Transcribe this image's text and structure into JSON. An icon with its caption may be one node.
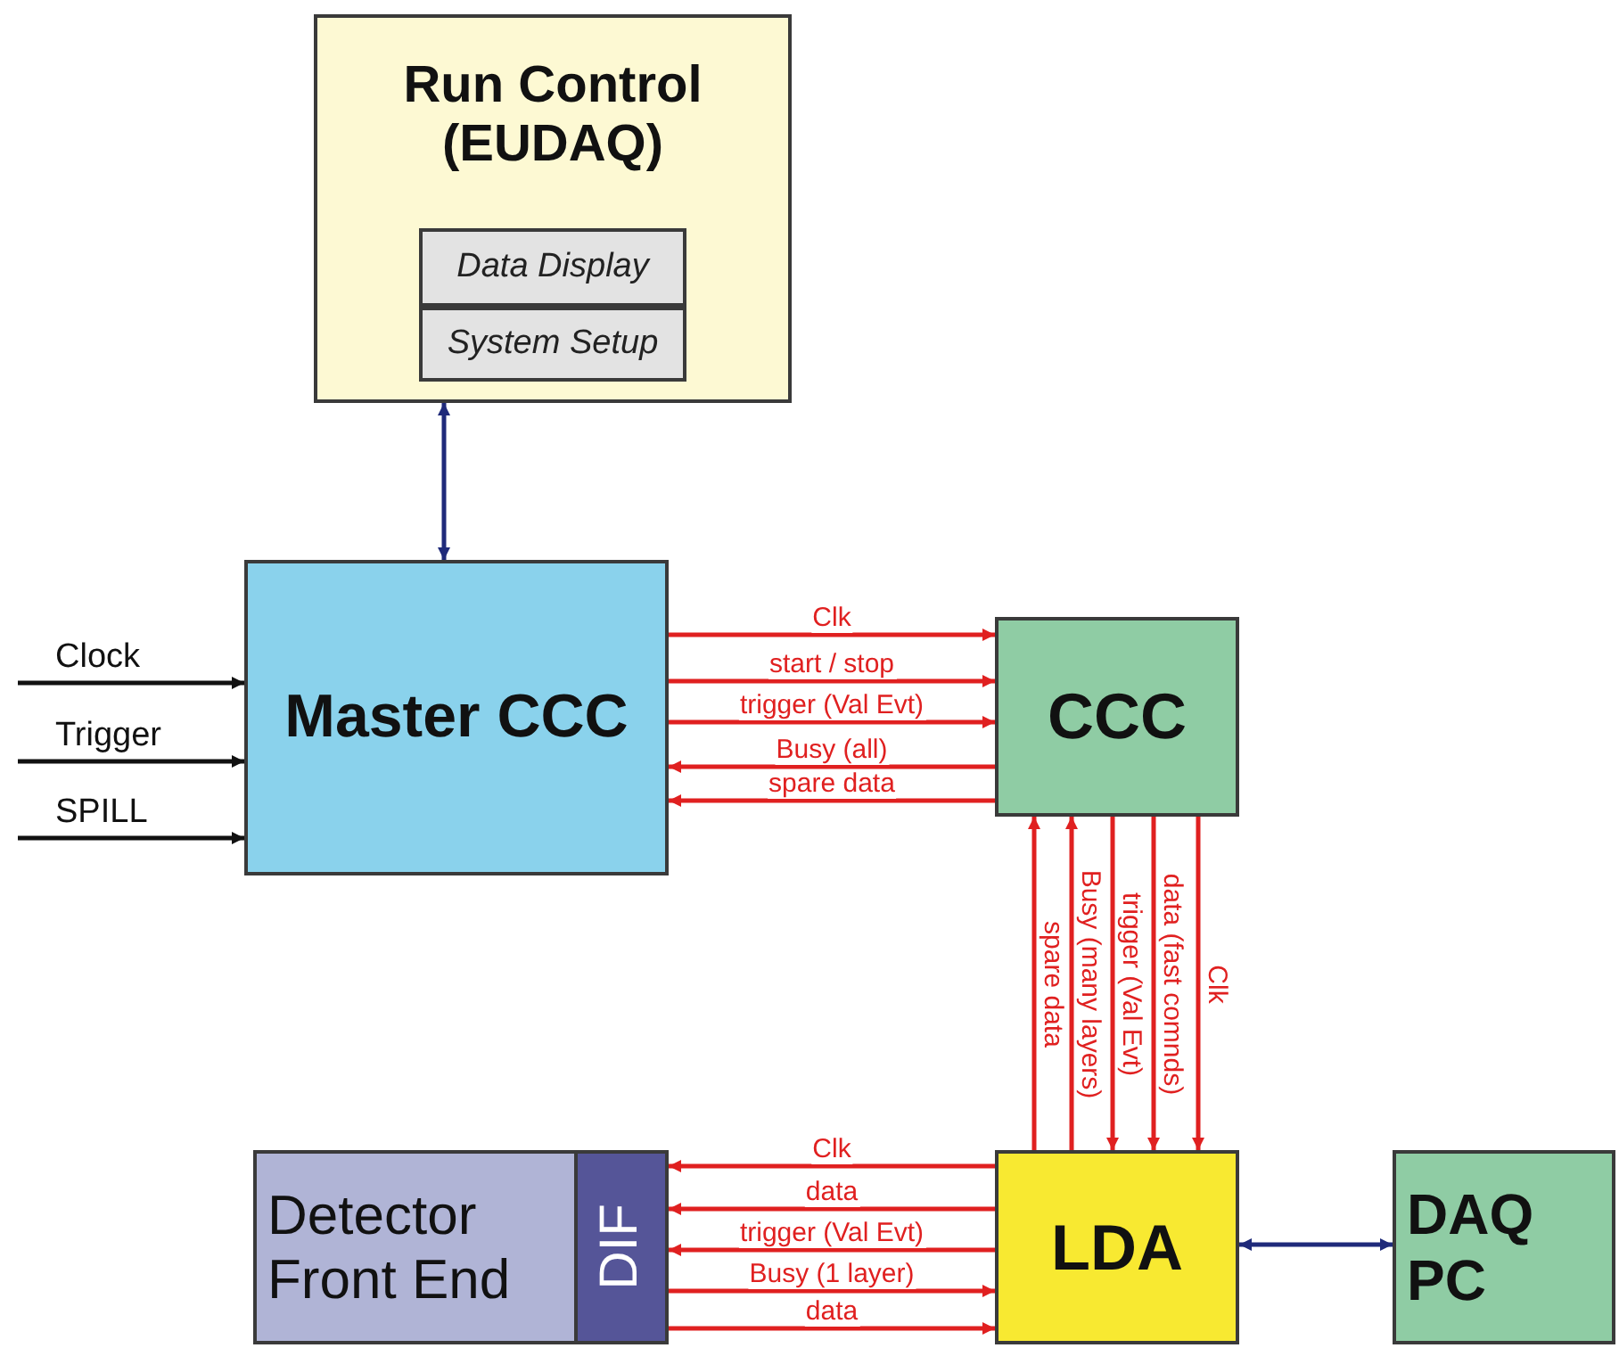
{
  "diagram": {
    "nodes": [
      {
        "text": [
          "Run Control (EUDAQ)"
        ]
      },
      {
        "text": [
          "Data Display"
        ],
        "in": 0
      },
      {
        "text": [
          "System Setup"
        ],
        "in": 0
      },
      {
        "text": [
          "Master CCC"
        ]
      },
      {
        "text": [
          "CCC"
        ]
      },
      {
        "text": [
          "Detector Front End"
        ]
      },
      {
        "text": [
          "DIF"
        ],
        "in": 5
      },
      {
        "text": [
          "LDA"
        ]
      },
      {
        "text": [
          "DAQ PC"
        ]
      }
    ],
    "edges": [
      {
        "from": 0,
        "to": 3,
        "arrow": "both",
        "color": "#1f2a7a"
      },
      {
        "from": null,
        "to": 3,
        "arrow": "to",
        "label": "Clock",
        "color": "#111111"
      },
      {
        "from": null,
        "to": 3,
        "arrow": "to",
        "label": "Trigger",
        "color": "#111111"
      },
      {
        "from": null,
        "to": 3,
        "arrow": "to",
        "label": "SPILL",
        "color": "#111111"
      },
      {
        "from": 3,
        "to": 4,
        "arrow": "to",
        "label": "Clk"
      },
      {
        "from": 3,
        "to": 4,
        "arrow": "to",
        "label": "start / stop"
      },
      {
        "from": 3,
        "to": 4,
        "arrow": "to",
        "label": "trigger (Val Evt)"
      },
      {
        "from": 4,
        "to": 3,
        "arrow": "to",
        "label": "Busy (all)"
      },
      {
        "from": 4,
        "to": 3,
        "arrow": "to",
        "label": "spare data"
      },
      {
        "from": 7,
        "to": 4,
        "arrow": "to",
        "label": "spare data"
      },
      {
        "from": 7,
        "to": 4,
        "arrow": "to",
        "label": "Busy (many layers)"
      },
      {
        "from": 4,
        "to": 7,
        "arrow": "to",
        "label": "trigger (Val Evt)"
      },
      {
        "from": 4,
        "to": 7,
        "arrow": "to",
        "label": "data (fast comnds)"
      },
      {
        "from": 4,
        "to": 7,
        "arrow": "to",
        "label": "Clk"
      },
      {
        "from": 7,
        "to": 6,
        "arrow": "to",
        "label": "Clk"
      },
      {
        "from": 7,
        "to": 6,
        "arrow": "to",
        "label": "data"
      },
      {
        "from": 7,
        "to": 6,
        "arrow": "to",
        "label": "trigger (Val Evt)"
      },
      {
        "from": 6,
        "to": 7,
        "arrow": "to",
        "label": "Busy (1 layer)"
      },
      {
        "from": 6,
        "to": 7,
        "arrow": "to",
        "label": "data"
      },
      {
        "from": 7,
        "to": 8,
        "arrow": "both",
        "color": "#1f2a7a"
      }
    ]
  }
}
